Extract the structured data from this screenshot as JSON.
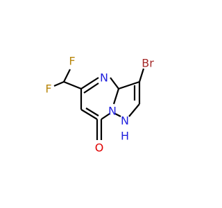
{
  "molecule": {
    "atoms": {
      "bromine": {
        "symbol": "Br",
        "color": "#a52a2a"
      },
      "fluorine_top": {
        "symbol": "F",
        "color": "#b8860b"
      },
      "fluorine_left": {
        "symbol": "F",
        "color": "#b8860b"
      },
      "ring_nitrogen": {
        "symbol": "N",
        "color": "#1f1fdd"
      },
      "bridge_nitrogen": {
        "symbol": "N",
        "color": "#1f1fdd"
      },
      "amine_nitrogen": {
        "symbol": "N",
        "color": "#1f1fdd"
      },
      "amine_hydrogen": {
        "symbol": "H",
        "color": "#1f1fdd"
      },
      "oxygen": {
        "symbol": "O",
        "color": "#e00000"
      }
    },
    "bond_color": "#000000"
  }
}
